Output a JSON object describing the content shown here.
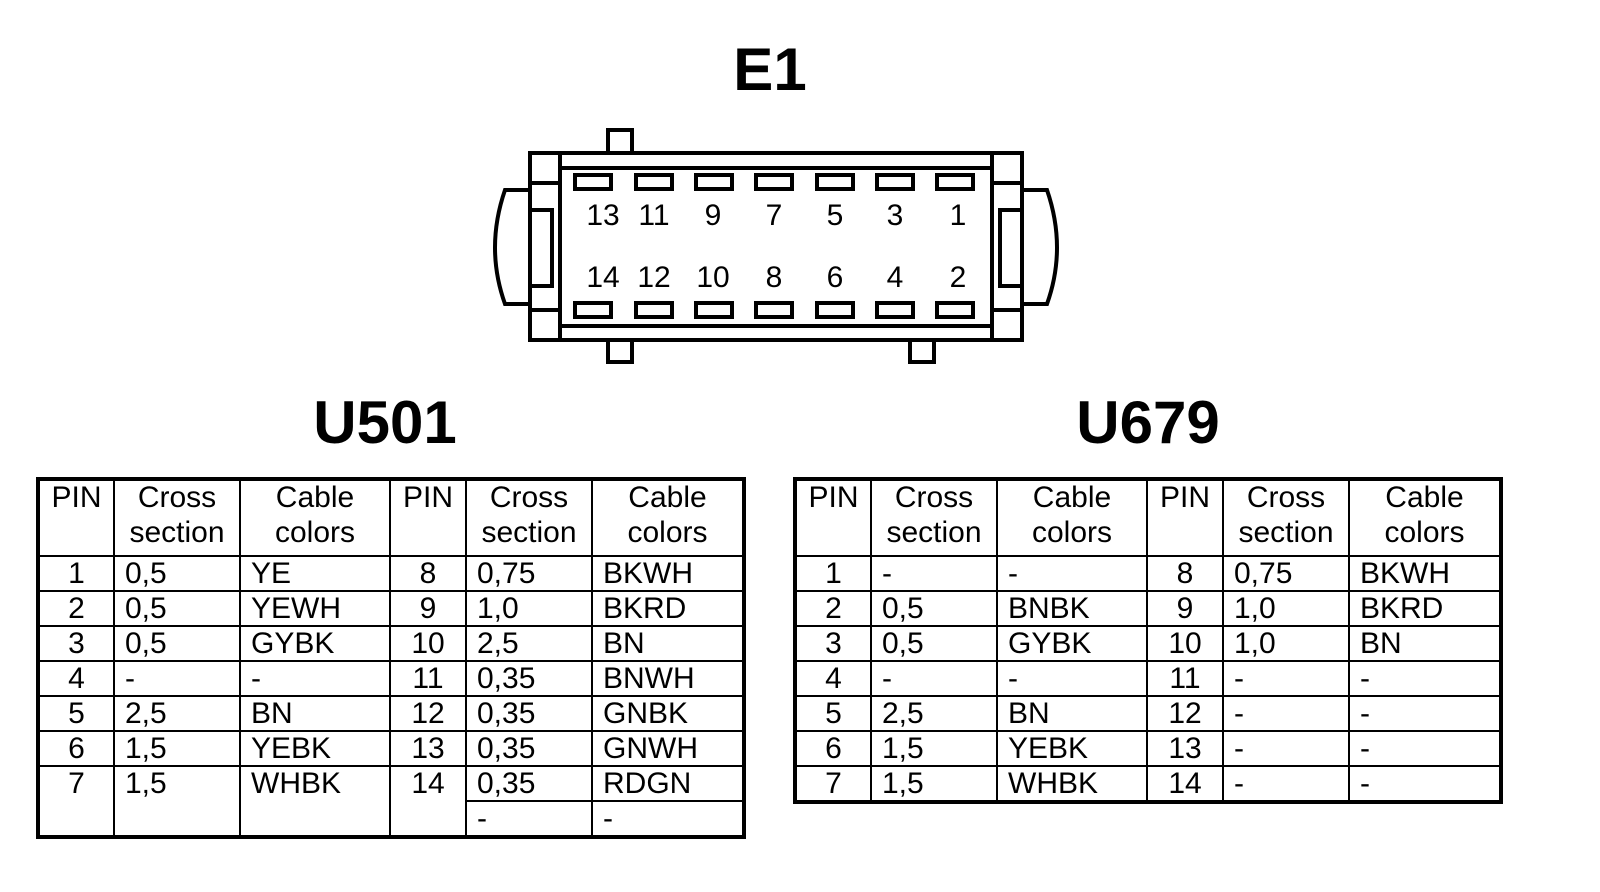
{
  "connector": {
    "title": "E1",
    "pins_top": [
      "13",
      "11",
      "9",
      "7",
      "5",
      "3",
      "1"
    ],
    "pins_bottom": [
      "14",
      "12",
      "10",
      "8",
      "6",
      "4",
      "2"
    ]
  },
  "headers": {
    "pin": "PIN",
    "cross_1": "Cross",
    "cross_2": "section",
    "cable_1": "Cable",
    "cable_2": "colors"
  },
  "tables": [
    {
      "title": "U501",
      "rows": [
        [
          "1",
          "0,5",
          "YE",
          "8",
          "0,75",
          "BKWH"
        ],
        [
          "2",
          "0,5",
          "YEWH",
          "9",
          "1,0",
          "BKRD"
        ],
        [
          "3",
          "0,5",
          "GYBK",
          "10",
          "2,5",
          "BN"
        ],
        [
          "4",
          "-",
          "-",
          "11",
          "0,35",
          "BNWH"
        ],
        [
          "5",
          "2,5",
          "BN",
          "12",
          "0,35",
          "GNBK"
        ],
        [
          "6",
          "1,5",
          "YEBK",
          "13",
          "0,35",
          "GNWH"
        ],
        [
          "7",
          "1,5",
          "WHBK",
          "14",
          "0,35",
          "RDGN"
        ]
      ],
      "extra_row": [
        "-",
        "-"
      ]
    },
    {
      "title": "U679",
      "rows": [
        [
          "1",
          "-",
          "-",
          "8",
          "0,75",
          "BKWH"
        ],
        [
          "2",
          "0,5",
          "BNBK",
          "9",
          "1,0",
          "BKRD"
        ],
        [
          "3",
          "0,5",
          "GYBK",
          "10",
          "1,0",
          "BN"
        ],
        [
          "4",
          "-",
          "-",
          "11",
          "-",
          "-"
        ],
        [
          "5",
          "2,5",
          "BN",
          "12",
          "-",
          "-"
        ],
        [
          "6",
          "1,5",
          "YEBK",
          "13",
          "-",
          "-"
        ],
        [
          "7",
          "1,5",
          "WHBK",
          "14",
          "-",
          "-"
        ]
      ]
    }
  ]
}
